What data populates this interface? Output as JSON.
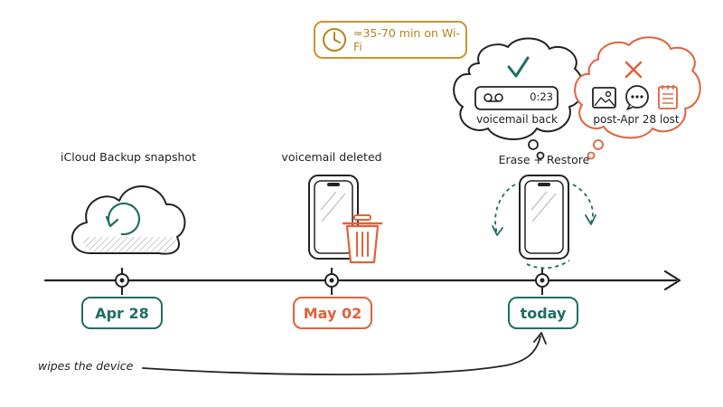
{
  "badge": {
    "text": "≈35-70 min on Wi-Fi",
    "icon": "clock-icon",
    "color": "#c9962a"
  },
  "events": [
    {
      "label": "iCloud Backup snapshot",
      "date": "Apr 28",
      "icon": "cloud-restore-icon",
      "color": "#1f6e62"
    },
    {
      "label": "voicemail deleted",
      "date": "May 02",
      "icon": "phone-trash-icon",
      "color": "#e0623b"
    },
    {
      "label": "Erase + Restore",
      "date": "today",
      "icon": "phone-restore-icon",
      "color": "#1f6e62"
    }
  ],
  "bubbles": {
    "success": {
      "icon": "checkmark-icon",
      "player_time": "0:23",
      "caption": "voicemail back",
      "color": "#1f6e62"
    },
    "loss": {
      "icon": "cross-icon",
      "items": [
        "photo-icon",
        "message-icon",
        "notes-icon"
      ],
      "caption": "post-Apr 28 lost",
      "color": "#e0623b"
    }
  },
  "note": {
    "text": "wipes the device"
  }
}
